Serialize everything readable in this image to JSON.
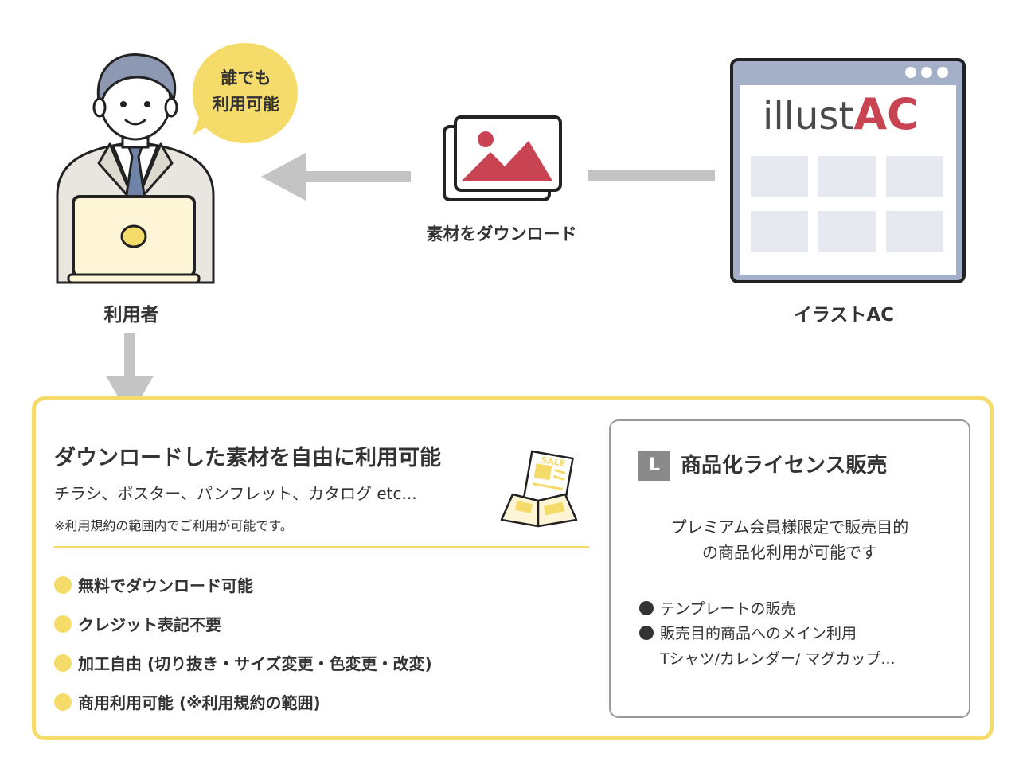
{
  "bubble": {
    "line1": "誰でも",
    "line2": "利用可能"
  },
  "user": {
    "label": "利用者"
  },
  "download": {
    "label": "素材をダウンロード"
  },
  "site": {
    "label": "イラストAC",
    "logo_text": "illust",
    "logo_accent": "AC"
  },
  "main": {
    "title": "ダウンロードした素材を自由に利用可能",
    "subtitle": "チラシ、ポスター、パンフレット、カタログ etc...",
    "note": "※利用規約の範囲内でご利用が可能です。",
    "features": [
      "無料でダウンロード可能",
      "クレジット表記不要",
      "加工自由 (切り抜き・サイズ変更・色変更・改変)",
      "商用利用可能 (※利用規約の範囲)"
    ],
    "flyer_text": "SALE"
  },
  "license": {
    "badge": "L",
    "title": "商品化ライセンス販売",
    "desc_line1": "プレミアム会員様限定で販売目的",
    "desc_line2": "の商品化利用が可能です",
    "items": [
      "テンプレートの販売",
      "販売目的商品へのメイン利用"
    ],
    "examples": "Tシャツ/カレンダー/ マグカップ..."
  },
  "colors": {
    "accent_yellow": "#f5dc6a",
    "brand_red": "#c94452",
    "arrow_gray": "#c4c4c4",
    "window_frame": "#a4b0c8",
    "text_dark": "#333333"
  },
  "icons": [
    "user-with-laptop-icon",
    "image-stack-icon",
    "browser-window-icon",
    "flyer-icon"
  ]
}
